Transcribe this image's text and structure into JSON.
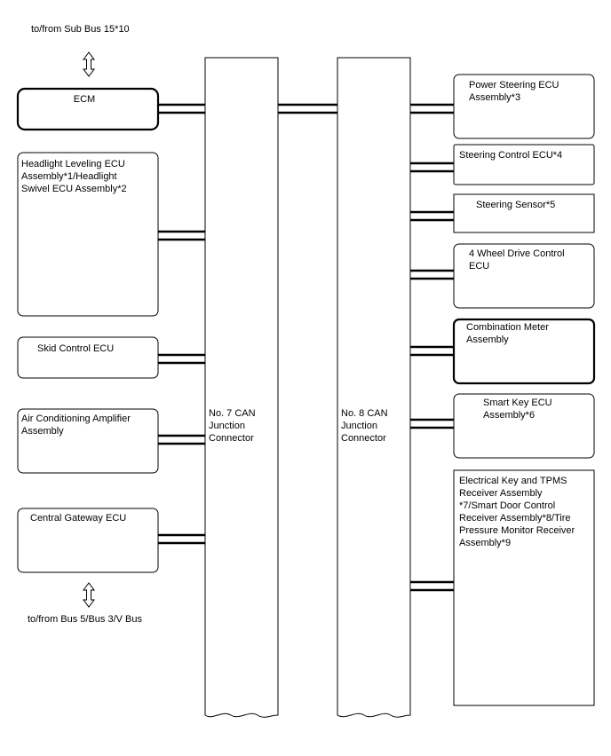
{
  "top_bus": "to/from Sub Bus 15*10",
  "bottom_bus": "to/from Bus 5/Bus 3/V Bus",
  "junctions": {
    "j7": "No. 7 CAN\nJunction\nConnector",
    "j8": "No. 8 CAN\nJunction\nConnector"
  },
  "left_ecus": {
    "ecm": "ECM",
    "headlight": "Headlight Leveling ECU\nAssembly*1/Headlight\nSwivel ECU Assembly*2",
    "skid": "Skid Control ECU",
    "aircon": "Air Conditioning Amplifier\nAssembly",
    "gateway": "Central Gateway ECU"
  },
  "right_ecus": {
    "power_steering": "Power Steering ECU\nAssembly*3",
    "steering_control": "Steering Control ECU*4",
    "steering_sensor": "Steering Sensor*5",
    "four_wd": "4 Wheel Drive Control\nECU",
    "meter": "Combination Meter\nAssembly",
    "smart_key": "Smart Key ECU\nAssembly*6",
    "tpms": "Electrical Key and TPMS\nReceiver Assembly\n*7/Smart Door Control\nReceiver Assembly*8/Tire\nPressure Monitor Receiver\nAssembly*9"
  }
}
